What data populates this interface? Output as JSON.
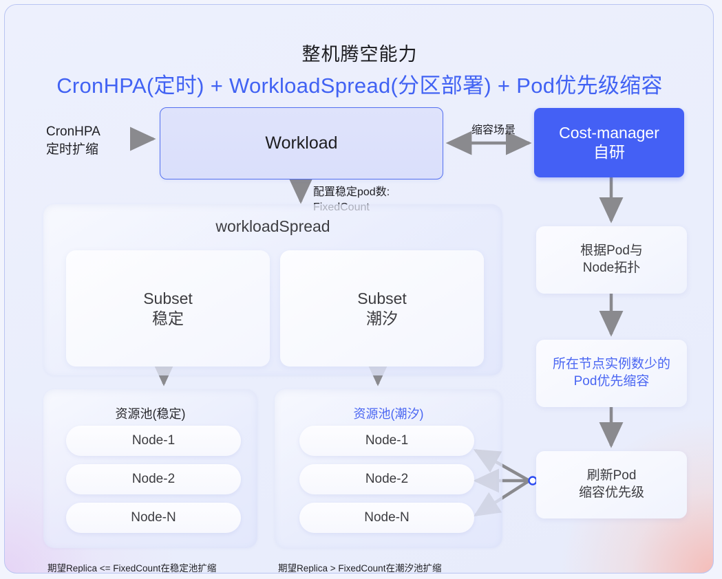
{
  "header": {
    "title": "整机腾空能力",
    "subtitle": "CronHPA(定时) + WorkloadSpread(分区部署) + Pod优先级缩容",
    "title_color": "#1b1b1f",
    "subtitle_color": "#4162f3"
  },
  "nodes": {
    "cronhpa_label": "CronHPA\n定时扩缩",
    "cronhpa_line1": "CronHPA",
    "cronhpa_line2": "定时扩缩",
    "workload": "Workload",
    "scene_label": "缩容场景",
    "cost_manager_line1": "Cost-manager",
    "cost_manager_line2": "自研",
    "cost_manager_color": "#4460f5",
    "fixedcount_line1": "配置稳定pod数:",
    "fixedcount_line2": "FixedCount",
    "workload_spread": "workloadSpread",
    "subsets": [
      {
        "title": "Subset",
        "sub": "稳定"
      },
      {
        "title": "Subset",
        "sub": "潮汐"
      }
    ],
    "pools": [
      {
        "label": "资源池(稳定)",
        "label_color": "#27272b",
        "nodes": [
          "Node-1",
          "Node-2",
          "Node-N"
        ],
        "caption": "期望Replica <= FixedCount在稳定池扩缩"
      },
      {
        "label": "资源池(潮汐)",
        "label_color": "#4a66f2",
        "nodes": [
          "Node-1",
          "Node-2",
          "Node-N"
        ],
        "caption": "期望Replica > FixedCount在潮汐池扩缩"
      }
    ],
    "steps": [
      {
        "line1": "根据Pod与",
        "line2": "Node拓扑",
        "color": "#3c3c40"
      },
      {
        "line1": "所在节点实例数少的",
        "line2": "Pod优先缩容",
        "color": "#4a66f2"
      },
      {
        "line1": "刷新Pod",
        "line2": "缩容优先级",
        "color": "#3c3c40"
      }
    ]
  },
  "style": {
    "canvas_bg": "#eceffc",
    "canvas_border": "#b9c4f2",
    "arrow_color": "#8a8a8e",
    "connector_dot_color": "#2b4bf2",
    "workload_border": "#5470f0",
    "workload_fill": "#dee2fb"
  }
}
